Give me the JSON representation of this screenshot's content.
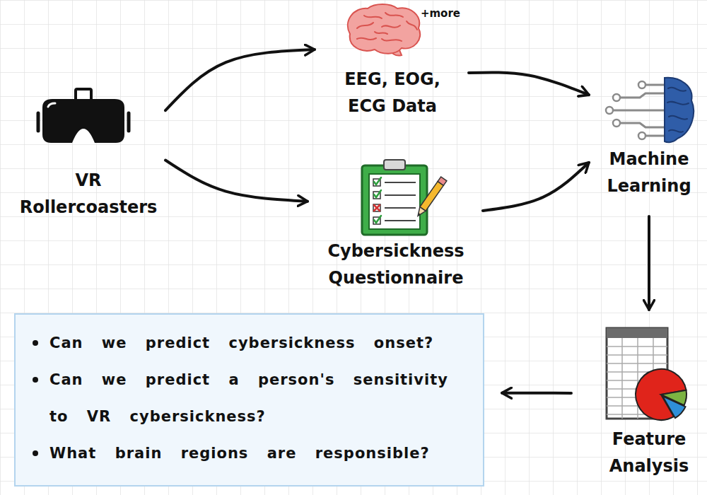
{
  "diagram": {
    "nodes": [
      {
        "text": [
          "VR Rollercoasters"
        ]
      },
      {
        "text": [
          "+more",
          "EEG, EOG, ECG Data"
        ]
      },
      {
        "text": [
          "Cybersickness Questionnaire"
        ]
      },
      {
        "text": [
          "Machine Learning"
        ]
      },
      {
        "text": [
          "Feature Analysis"
        ]
      },
      {
        "text": [
          "Can we predict cybersickness onset?",
          "Can we predict a person's sensitivity to VR cybersickness?",
          "What brain regions are responsible?"
        ]
      }
    ],
    "edges": [
      {
        "from": 0,
        "to": 1,
        "arrow": "to"
      },
      {
        "from": 0,
        "to": 2,
        "arrow": "to"
      },
      {
        "from": 1,
        "to": 3,
        "arrow": "to"
      },
      {
        "from": 2,
        "to": 3,
        "arrow": "to"
      },
      {
        "from": 3,
        "to": 4,
        "arrow": "to"
      },
      {
        "from": 4,
        "to": 5,
        "arrow": "to"
      }
    ]
  }
}
